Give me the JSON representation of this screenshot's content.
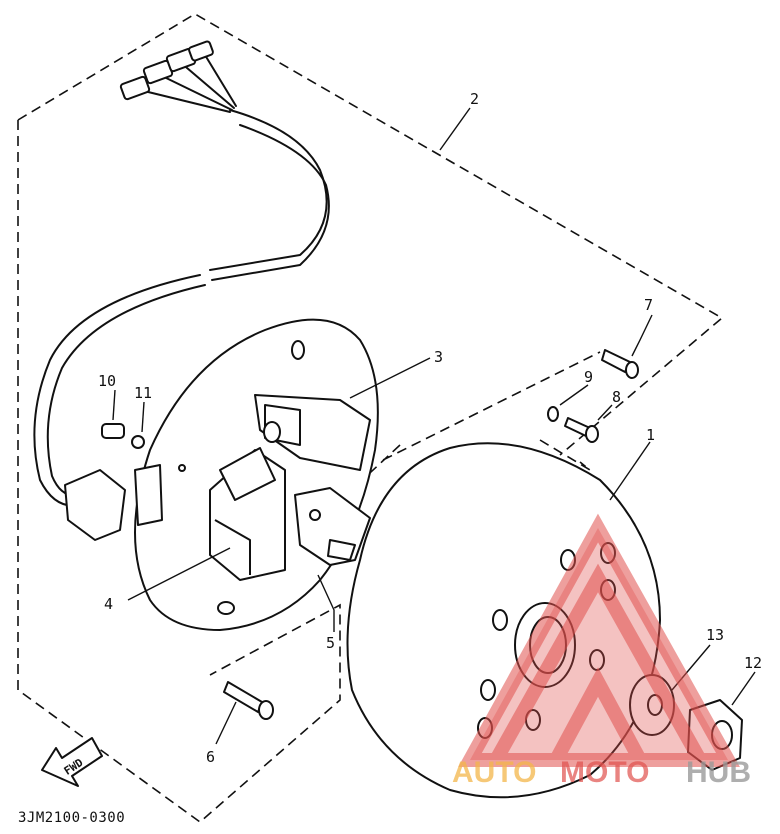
{
  "diagram": {
    "part_code": "3JM2100-0300",
    "direction_label": "FWD",
    "callouts": [
      "1",
      "2",
      "3",
      "4",
      "5",
      "6",
      "7",
      "8",
      "9",
      "10",
      "11",
      "12",
      "13"
    ],
    "watermark": {
      "part1": "AUTO",
      "part2": "MOTO",
      "part3": "HUB",
      "color_a": "#f3b54a",
      "color_b": "#e0504c",
      "color_c": "#9a9a9a"
    }
  }
}
